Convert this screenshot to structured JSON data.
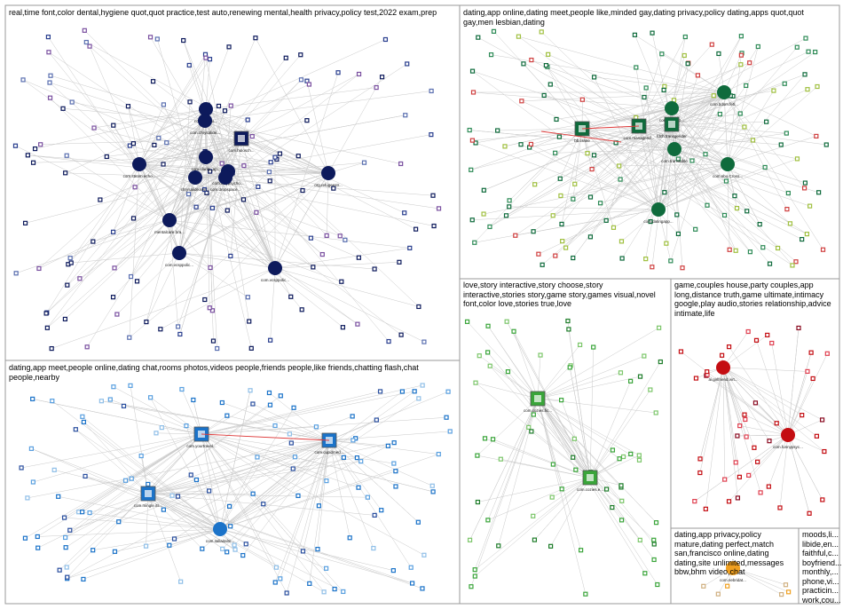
{
  "colors": {
    "navy": "#0d1a5c",
    "green": "#0f6b3c",
    "lightgreen": "#3aa53a",
    "blue": "#1b73c9",
    "red": "#c40d12",
    "orange": "#f0a020",
    "edge": "#c9c9c9",
    "edge_red": "#e03a3a",
    "border": "#9a9a9a"
  },
  "groups": [
    {
      "id": "g1",
      "label": "real,time  font,color  dental,hygiene  quot,quot  practice,test  auto,renewing  mental,health  privacy,policy  test,2022  exam,prep",
      "color": "#0d1a5c",
      "hubs": [
        {
          "label": "com.myvsa..."
        },
        {
          "label": "com.chrysalide..."
        },
        {
          "label": "com.holosch..."
        },
        {
          "label": "com.steam.echo..."
        },
        {
          "label": "com.clarity_ap..."
        },
        {
          "label": "com.thrypsycho..."
        },
        {
          "label": "chrysalide.test..."
        },
        {
          "label": "com.dropspace..."
        },
        {
          "label": "org.refugeestr..."
        },
        {
          "label": "mentalcare.bra..."
        },
        {
          "label": "com.vcsppolic..."
        },
        {
          "label": "com.vcsppolic..."
        }
      ]
    },
    {
      "id": "g2",
      "label": "dating,app  online,dating  meet,people  like,minded  gay,dating  privacy,policy  dating,apps  quot,quot\ngay,men  lesbian,dating",
      "color": "#0f6b3c",
      "hubs": [
        {
          "label": "com.bdsm.fetl..."
        },
        {
          "label": "bb.crane"
        },
        {
          "label": "com.managend..."
        },
        {
          "label": "com.transtable"
        },
        {
          "label": "com.nbo.Cross..."
        },
        {
          "label": "com.datingapp..."
        },
        {
          "label": "com.chattap..."
        },
        {
          "label": "fdch.transgender"
        }
      ]
    },
    {
      "id": "g3",
      "label": "dating,app  meet,people  online,dating  chat,rooms  photos,videos  people,friends  people,like  friends,chatting  flash,chat\npeople,nearby",
      "color": "#1b73c9",
      "hubs": [
        {
          "label": "com.yourtravel..."
        },
        {
          "label": "com.cupidmed..."
        },
        {
          "label": "com.mingle.its..."
        },
        {
          "label": "com.italiaitalm..."
        }
      ]
    },
    {
      "id": "g4",
      "label": "love,story  interactive,story  choose,story\ninteractive,stories  story,game  story,games  visual,novel\nfont,color  love,stories  true,love",
      "color": "#3aa53a",
      "hubs": [
        {
          "label": "com.cozies.fic..."
        },
        {
          "label": "com.cozies.e..."
        }
      ]
    },
    {
      "id": "g5",
      "label": "game,couples  house,party  couples,app\nlong,distance  truth,game  ultimate,intimacy\ngoogle,play  audio,stories  relationship,advice\nintimate,life",
      "color": "#c40d12",
      "hubs": [
        {
          "label": "ai.girlfriend.virt..."
        },
        {
          "label": "com.funnypsyc..."
        }
      ]
    },
    {
      "id": "g6",
      "label": "dating,app  privacy,policy\nmature,dating  perfect,match\nsan,francisco  online,dating\ndating,site  unlimited,messages\nbbw,bhm  video,chat",
      "color": "#f0a020",
      "hubs": [
        {
          "label": "com.nebridat..."
        }
      ]
    },
    {
      "id": "g7",
      "label": "moods,li...\nlibide,en...\nfaithful,c...\nboyfriend...\nmonthly,...\nphone,vi...\npracticin...\nwork,cou...",
      "color": "#c40d12",
      "hubs": []
    }
  ]
}
